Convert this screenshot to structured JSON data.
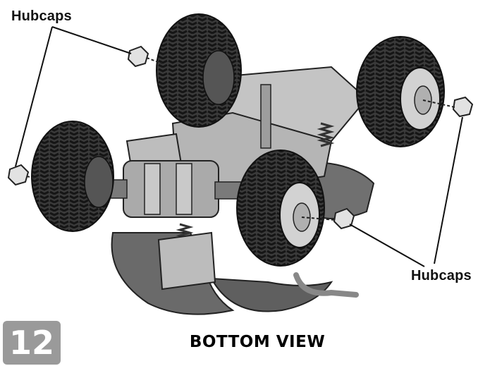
{
  "callouts": {
    "top_left_label": "Hubcaps",
    "bottom_right_label": "Hubcaps"
  },
  "step": {
    "number": "12"
  },
  "caption": "BOTTOM VIEW",
  "colors": {
    "tire": "#2f2f2f",
    "tread": "#1a1a1a",
    "rim": "#cfcfcf",
    "body": "#6d6d6d",
    "frame": "#b8b8b8",
    "badge": "#9a9a9a"
  }
}
